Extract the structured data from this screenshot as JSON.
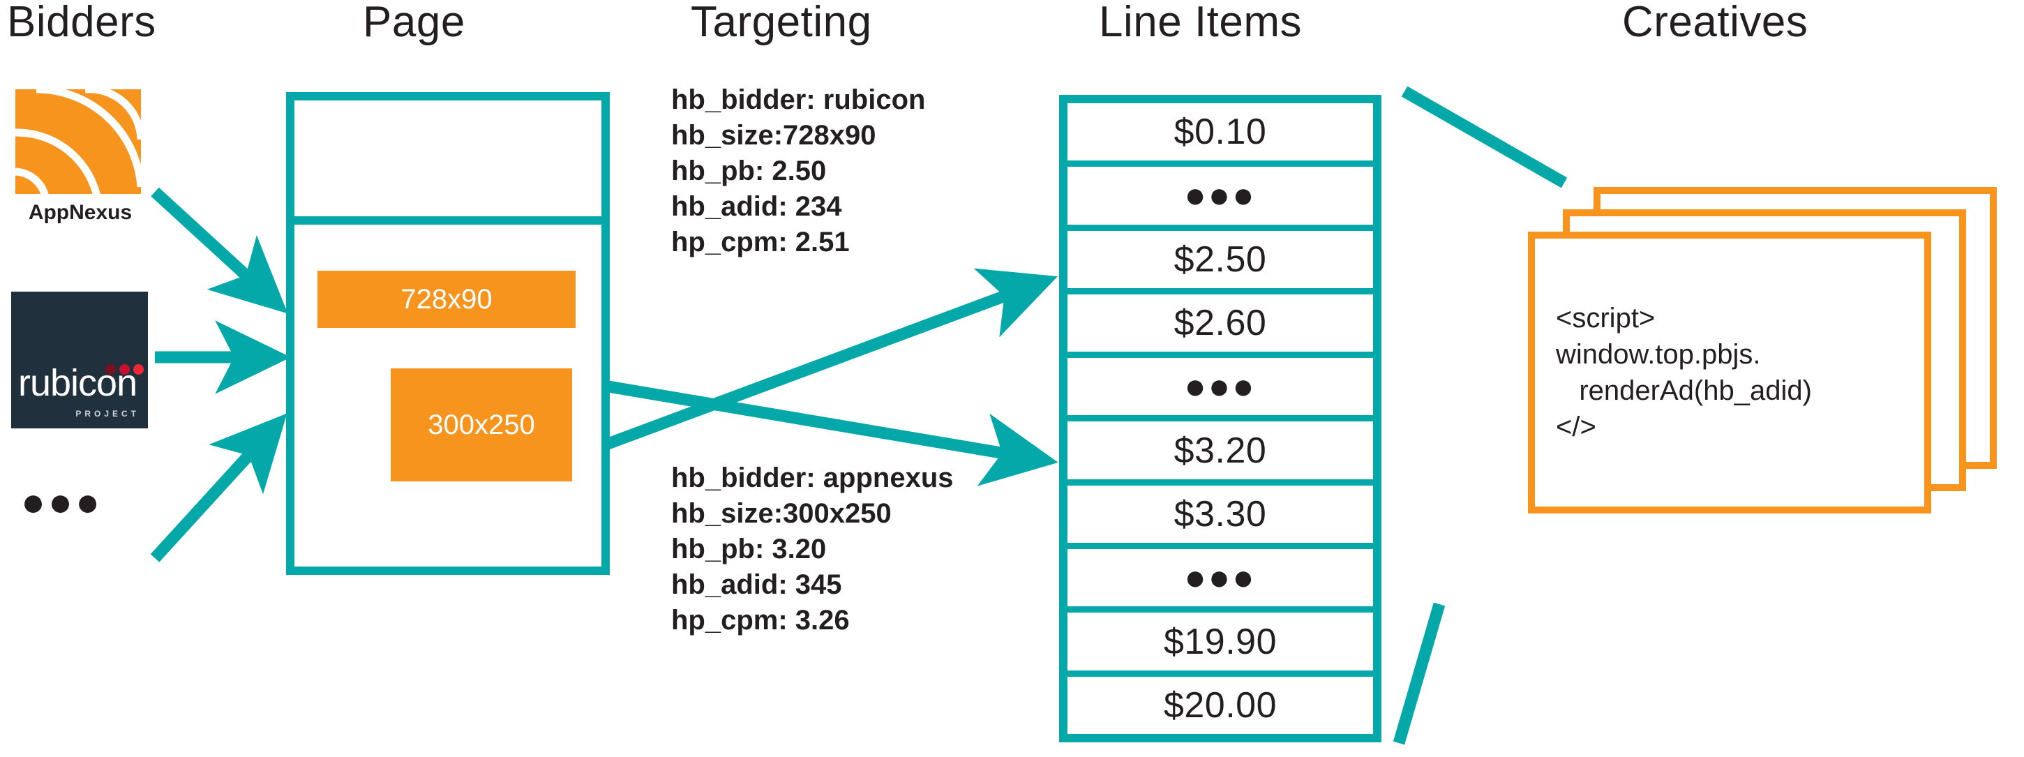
{
  "columns": [
    {
      "id": "bidders",
      "label": "Bidders"
    },
    {
      "id": "page",
      "label": "Page"
    },
    {
      "id": "targeting",
      "label": "Targeting"
    },
    {
      "id": "lineitems",
      "label": "Line Items"
    },
    {
      "id": "creatives",
      "label": "Creatives"
    }
  ],
  "bidders": {
    "appnexus": {
      "name": "AppNexus",
      "logo_icon": "appnexus-logo-icon",
      "brand_color": "#F6941E"
    },
    "rubicon": {
      "name": "rubicon",
      "subtitle": "PROJECT",
      "logo_icon": "rubicon-project-logo-icon",
      "brand_color": "#20303C",
      "dot_colors": [
        "#7a1020",
        "#c8102e",
        "#ee2737"
      ]
    },
    "more": "●●●"
  },
  "page": {
    "slots": [
      {
        "id": "slot-728x90",
        "label": "728x90"
      },
      {
        "id": "slot-300x250",
        "label": "300x250"
      }
    ]
  },
  "targeting": {
    "blocks": [
      {
        "id": "targeting-rubicon",
        "text": "hb_bidder: rubicon\nhb_size:728x90\nhb_pb: 2.50\nhb_adid: 234\nhp_cpm: 2.51",
        "keys": [
          {
            "key": "hb_bidder",
            "value": "rubicon"
          },
          {
            "key": "hb_size",
            "value": "728x90"
          },
          {
            "key": "hb_pb",
            "value": "2.50"
          },
          {
            "key": "hb_adid",
            "value": "234"
          },
          {
            "key": "hp_cpm",
            "value": "2.51"
          }
        ]
      },
      {
        "id": "targeting-appnexus",
        "text": "hb_bidder: appnexus\nhb_size:300x250\nhb_pb: 3.20\nhb_adid: 345\nhp_cpm: 3.26",
        "keys": [
          {
            "key": "hb_bidder",
            "value": "appnexus"
          },
          {
            "key": "hb_size",
            "value": "300x250"
          },
          {
            "key": "hb_pb",
            "value": "3.20"
          },
          {
            "key": "hb_adid",
            "value": "345"
          },
          {
            "key": "hp_cpm",
            "value": "3.26"
          }
        ]
      }
    ]
  },
  "lineitems": {
    "rows": [
      {
        "value": "$0.10",
        "type": "price"
      },
      {
        "value": "●●●",
        "type": "ellipsis"
      },
      {
        "value": "$2.50",
        "type": "price"
      },
      {
        "value": "$2.60",
        "type": "price"
      },
      {
        "value": "●●●",
        "type": "ellipsis"
      },
      {
        "value": "$3.20",
        "type": "price"
      },
      {
        "value": "$3.30",
        "type": "price"
      },
      {
        "value": "●●●",
        "type": "ellipsis"
      },
      {
        "value": "$19.90",
        "type": "price"
      },
      {
        "value": "$20.00",
        "type": "price"
      }
    ]
  },
  "creatives": {
    "code": "<script>\nwindow.top.pbjs.\n   renderAd(hb_adid)\n</>",
    "card_count": 3
  },
  "colors": {
    "teal": "#05A8A8",
    "orange": "#F6941E",
    "ink": "#231f20",
    "rubicon_navy": "#20303C"
  }
}
